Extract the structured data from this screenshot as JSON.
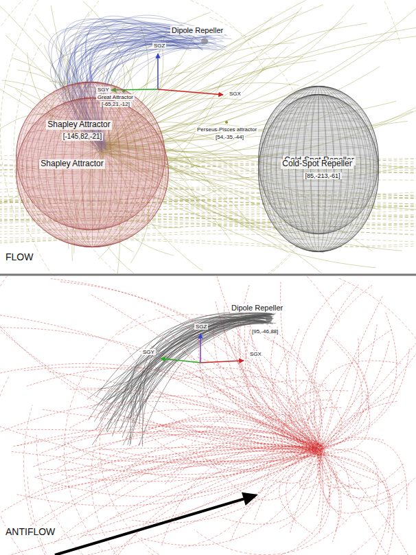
{
  "diagram": {
    "nodes": [
      {
        "text": [
          "FLOW"
        ]
      },
      {
        "text": [
          "Shapley Attractor",
          "[-145,82,-21]"
        ],
        "in": 0
      },
      {
        "text": [
          "Cold-Spot Repeller"
        ],
        "in": 0
      },
      {
        "text": [
          "ANTIFLOW"
        ]
      },
      {
        "text": [
          "Shapley Attractor"
        ],
        "in": 3
      },
      {
        "text": [
          "Cold-Spot Repeller",
          "[85,-213,-61]"
        ],
        "in": 3
      }
    ],
    "labels": [
      "SGZ",
      "Dipole Repeller",
      "SGY",
      "Great Attractor",
      "[-65,21,-12]",
      "SGX",
      "Perseus-Pisces attractor",
      "[54,-35,-44]",
      "Dipole Repeller",
      "[95,-46,88]",
      "SGZ",
      "SGY",
      "SGX"
    ]
  }
}
